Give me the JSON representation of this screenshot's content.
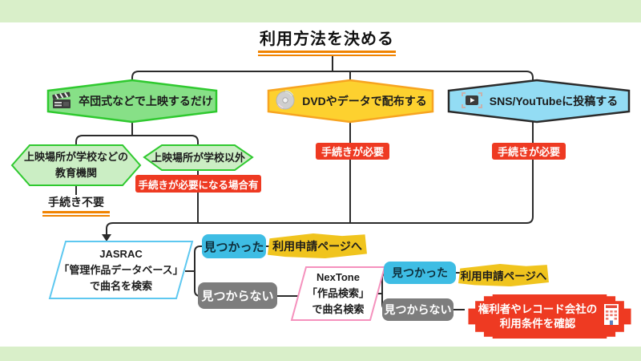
{
  "colors": {
    "band": "#d9efc9",
    "line": "#2b2b2b",
    "accent_orange": "#f08300",
    "red": "#ee3a22",
    "yellow_marker": "#f0c41e",
    "cyan": "#3ebde4",
    "gray": "#7d7d7d",
    "green_fill": "#87e087",
    "green_border": "#2fc92f",
    "yellow_fill": "#fdd12f",
    "yellow_border": "#f7a420",
    "blue_fill": "#93dcf4",
    "jasrac_border": "#5ec8f0",
    "nextone_border": "#f591bd"
  },
  "title": {
    "text": "利用方法を決める"
  },
  "branches": {
    "screening": {
      "label": "卒団式などで上映するだけ",
      "icon": "clapperboard-icon"
    },
    "dvd": {
      "label": "DVDやデータで配布する",
      "icon": "dvd-disc-icon"
    },
    "sns": {
      "label": "SNS/YouTubeに投稿する",
      "icon": "video-play-icon"
    }
  },
  "screening_sub": {
    "school": {
      "line1": "上映場所が学校などの",
      "line2": "教育機関",
      "result": "手続き不要"
    },
    "other": {
      "label": "上映場所が学校以外",
      "result": "手続きが必要になる場合有"
    }
  },
  "procedure": {
    "dvd": "手続きが必要",
    "sns": "手続きが必要"
  },
  "jasrac": {
    "line1": "JASRAC",
    "line2": "「管理作品データベース」",
    "line3": "で曲名を検索"
  },
  "jasrac_results": {
    "found": "見つかった",
    "found_action": "利用申請ページへ",
    "not_found": "見つからない"
  },
  "nextone": {
    "line1": "NexTone",
    "line2": "「作品検索」",
    "line3": "で曲名検索"
  },
  "nextone_results": {
    "found": "見つかった",
    "found_action": "利用申請ページへ",
    "not_found": "見つからない",
    "not_found_action_line1": "権利者やレコード会社の",
    "not_found_action_line2": "利用条件を確認",
    "icon": "building-icon"
  }
}
